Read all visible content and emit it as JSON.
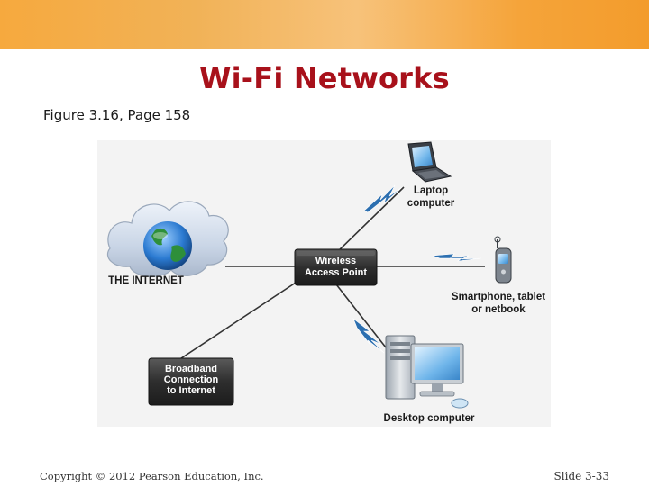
{
  "slide": {
    "title": "Wi-Fi Networks",
    "figure_ref": "Figure 3.16, Page 158",
    "copyright": "Copyright © 2012 Pearson Education, Inc.",
    "slide_number": "Slide 3-33"
  },
  "diagram": {
    "internet_label": "THE INTERNET",
    "access_point": [
      "Wireless",
      "Access Point"
    ],
    "broadband": [
      "Broadband",
      "Connection",
      "to Internet"
    ],
    "laptop": [
      "Laptop",
      "computer"
    ],
    "smartphone": [
      "Smartphone, tablet",
      "or netbook"
    ],
    "desktop": "Desktop computer"
  },
  "colors": {
    "title": "#a8111b",
    "band": "#f5a43a",
    "dark_box": "#2b2b2b",
    "line": "#333333"
  }
}
